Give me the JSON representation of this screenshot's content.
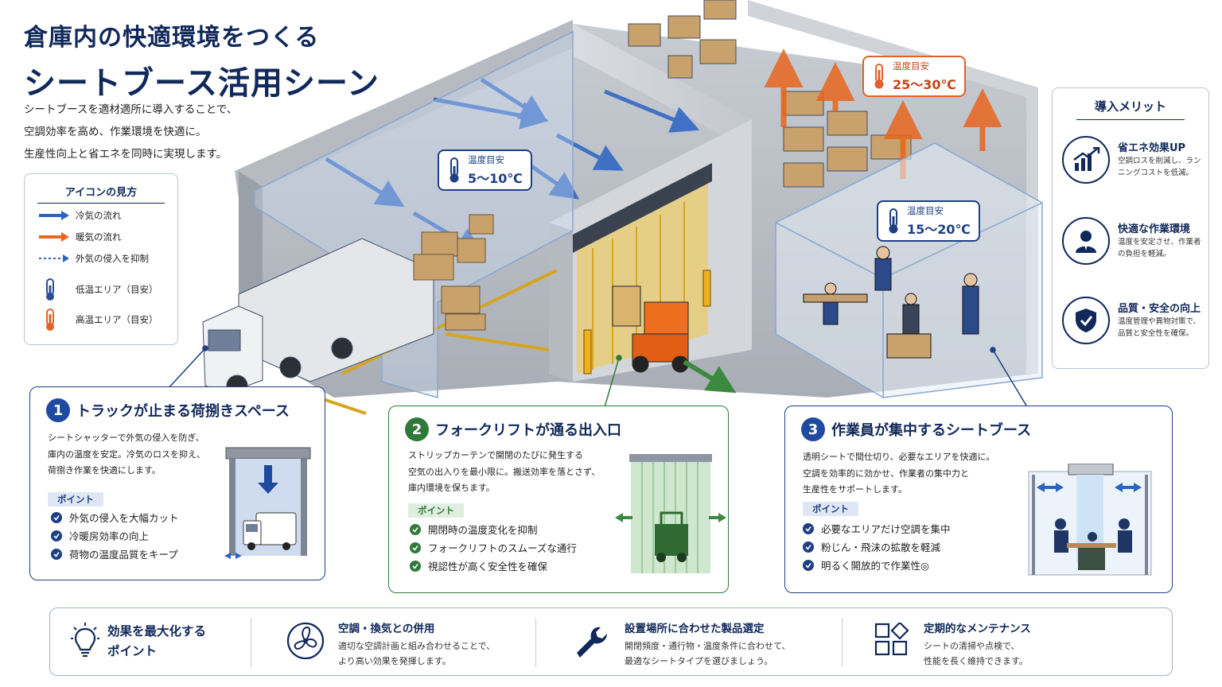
{
  "title": {
    "line1": "倉庫内の快適環境をつくる",
    "line2": "シートブース活用シーン"
  },
  "intro": {
    "lines": [
      "シートブースを適材適所に導入することで、",
      "空調効率を高め、作業環境を快適に。",
      "生産性向上と省エネを同時に実現します。"
    ]
  },
  "legend": {
    "title": "アイコンの見方",
    "items": [
      {
        "icon": "blue-arrow-icon",
        "label": "冷気の流れ"
      },
      {
        "icon": "orange-arrow-icon",
        "label": "暖気の流れ"
      },
      {
        "icon": "dotted-arrow-icon",
        "label": "外気の侵入を抑制"
      },
      {
        "icon": "blue-thermometer-icon",
        "label": "低温エリア（目安）"
      },
      {
        "icon": "orange-thermometer-icon",
        "label": "高温エリア（目安）"
      }
    ]
  },
  "temps": {
    "cold": {
      "label": "温度目安",
      "value": "5〜10℃"
    },
    "hot": {
      "label": "温度目安",
      "value": "25〜30℃"
    },
    "mid": {
      "label": "温度目安",
      "value": "15〜20℃"
    }
  },
  "merits": {
    "title": "導入メリット",
    "items": [
      {
        "icon": "bar-chart-up-icon",
        "title": "省エネ効果UP",
        "desc": "空調ロスを削減し、ランニングコストを低減。"
      },
      {
        "icon": "worker-icon",
        "title": "快適な作業環境",
        "desc": "温度を安定させ、作業者の負担を軽減。"
      },
      {
        "icon": "shield-check-icon",
        "title": "品質・安全の向上",
        "desc": "温度管理や異物対策で、品質と安全性を確保。"
      }
    ]
  },
  "cards": [
    {
      "number": "1",
      "title": "トラックが止まる荷捌きスペース",
      "desc": [
        "シートシャッターで外気の侵入を防ぎ、",
        "庫内の温度を安定。冷気のロスを抑え、",
        "荷捌き作業を快適にします。"
      ],
      "point_label": "ポイント",
      "points": [
        "外気の侵入を大幅カット",
        "冷暖房効率の向上",
        "荷物の温度品質をキープ"
      ]
    },
    {
      "number": "2",
      "title": "フォークリフトが通る出入口",
      "desc": [
        "ストリップカーテンで開閉のたびに発生する",
        "空気の出入りを最小限に。搬送効率を落とさず、",
        "庫内環境を保ちます。"
      ],
      "point_label": "ポイント",
      "points": [
        "開閉時の温度変化を抑制",
        "フォークリフトのスムーズな通行",
        "視認性が高く安全性を確保"
      ]
    },
    {
      "number": "3",
      "title": "作業員が集中するシートブース",
      "desc": [
        "透明シートで間仕切り、必要なエリアを快適に。",
        "空調を効率的に効かせ、作業者の集中力と",
        "生産性をサポートします。"
      ],
      "point_label": "ポイント",
      "points": [
        "必要なエリアだけ空調を集中",
        "粉じん・飛沫の拡散を軽減",
        "明るく開放的で作業性◎"
      ]
    }
  ],
  "tips": {
    "main_icon": "lightbulb-icon",
    "main": [
      "効果を最大化する",
      "ポイント"
    ],
    "items": [
      {
        "icon": "fan-icon",
        "title": "空調・換気との併用",
        "desc": [
          "適切な空調計画と組み合わせることで、",
          "より高い効果を発揮します。"
        ]
      },
      {
        "icon": "wrench-icon",
        "title": "設置場所に合わせた製品選定",
        "desc": [
          "開閉頻度・通行物・温度条件に合わせて、",
          "最適なシートタイプを選びましょう。"
        ]
      },
      {
        "icon": "grid-blocks-icon",
        "title": "定期的なメンテナンス",
        "desc": [
          "シートの清掃や点検で、",
          "性能を長く維持できます。"
        ]
      }
    ]
  },
  "colors": {
    "navy": "#10285a",
    "cold_blue": "#2a63c4",
    "warm_orange": "#e8661f",
    "green": "#2f7a3a"
  }
}
